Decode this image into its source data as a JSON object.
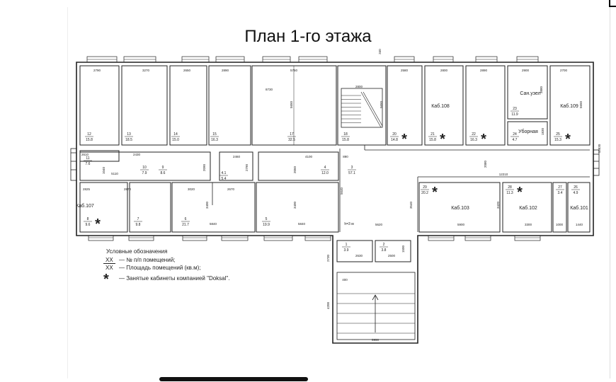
{
  "title": "План 1-го этажа",
  "rooms": [
    {
      "no": "12",
      "area": "15.8"
    },
    {
      "no": "13",
      "area": "18.5"
    },
    {
      "no": "14",
      "area": "15.0"
    },
    {
      "no": "15",
      "area": "16.3"
    },
    {
      "no": "17",
      "area": "32.5"
    },
    {
      "no": "18",
      "area": "15.8"
    },
    {
      "no": "20",
      "area": "14.8",
      "occupied": true
    },
    {
      "no": "21",
      "area": "15.8",
      "occupied": true,
      "name": "Каб.108"
    },
    {
      "no": "22",
      "area": "16.3",
      "occupied": true
    },
    {
      "no": "23",
      "area": "11.9",
      "name": "Сан.узел"
    },
    {
      "no": "24",
      "area": "4.7",
      "name": "Уборная"
    },
    {
      "no": "25",
      "area": "15.3",
      "occupied": true,
      "name": "Каб.109"
    },
    {
      "no": "11",
      "area": "7.6"
    },
    {
      "no": "10",
      "area": "7.9"
    },
    {
      "no": "9",
      "area": "8.6"
    },
    {
      "no": "4.1",
      "area": "5.4"
    },
    {
      "no": "4",
      "area": "12.0"
    },
    {
      "no": "3",
      "area": "57.1"
    },
    {
      "no": "8",
      "area": "9.6",
      "occupied": true,
      "name": "Каб.107"
    },
    {
      "no": "7",
      "area": "9.8"
    },
    {
      "no": "6",
      "area": "21.7"
    },
    {
      "no": "5",
      "area": "19.9"
    },
    {
      "no": "29",
      "area": "20.2",
      "occupied": true,
      "name": "Каб.103"
    },
    {
      "no": "28",
      "area": "11.3",
      "occupied": true,
      "name": "Каб.102"
    },
    {
      "no": "27",
      "area": "3.4"
    },
    {
      "no": "26",
      "area": "4.9",
      "name": "Каб.101"
    },
    {
      "no": "1",
      "area": "3.9"
    },
    {
      "no": "2",
      "area": "3.8"
    }
  ],
  "dimensions": [
    "2790",
    "3270",
    "2650",
    "2890",
    "5750",
    "8730",
    "5650",
    "2800",
    "5650",
    "2580",
    "2800",
    "2890",
    "2900",
    "2700",
    "3880",
    "5650",
    "340",
    "13830",
    "2610",
    "2430",
    "2460",
    "2090",
    "2790",
    "4100",
    "2050",
    "890",
    "5110",
    "1040",
    "2080",
    "12210",
    "5640",
    "3540",
    "3420",
    "2825",
    "2870",
    "3020",
    "2670",
    "3400",
    "3400",
    "5840",
    "5840",
    "5620",
    "5900",
    "3300",
    "1000",
    "1440",
    "2630",
    "2500",
    "1500",
    "2730",
    "400",
    "4200",
    "5950",
    "1830"
  ],
  "ceiling_height": "h=3 м",
  "legend": {
    "heading": "Условные обозначения",
    "number_symbol": "XX",
    "area_symbol": "XX",
    "number_text": "— № п/п помещений;",
    "area_text": "— Площадь помещений (кв.м);",
    "star_symbol": "*",
    "star_text": "— Занятые кабинеты компанией \"Doksal\"."
  },
  "colors": {
    "line": "#222222",
    "paper": "#ffffff"
  }
}
